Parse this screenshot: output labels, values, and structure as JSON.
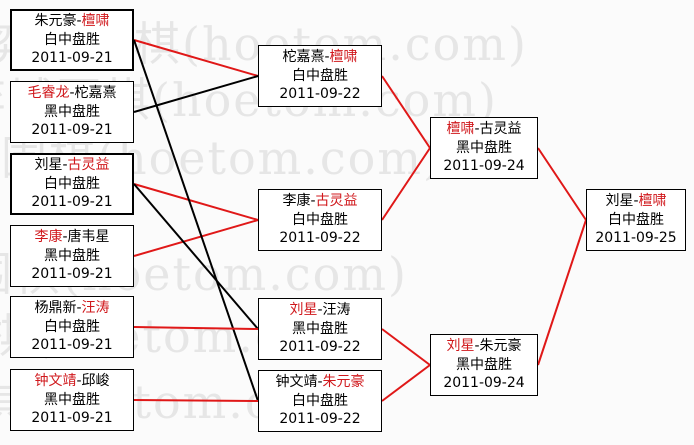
{
  "watermark": "弈城围棋(hoetom.com)",
  "colors": {
    "winner": "#d0181c",
    "line_red": "#e01818",
    "line_black": "#000000",
    "watermark": "#e6e6e6"
  },
  "rounds": [
    [
      {
        "id": "r1m1",
        "p1": "朱元豪",
        "p2": "檀啸",
        "winner": 2,
        "result": "白中盘胜",
        "date": "2011-09-21"
      },
      {
        "id": "r1m2",
        "p1": "毛睿龙",
        "p2": "柁嘉熹",
        "winner": 1,
        "result": "黑中盘胜",
        "date": "2011-09-21"
      },
      {
        "id": "r1m3",
        "p1": "刘星",
        "p2": "古灵益",
        "winner": 2,
        "result": "白中盘胜",
        "date": "2011-09-21"
      },
      {
        "id": "r1m4",
        "p1": "李康",
        "p2": "唐韦星",
        "winner": 1,
        "result": "黑中盘胜",
        "date": "2011-09-21"
      },
      {
        "id": "r1m5",
        "p1": "杨鼎新",
        "p2": "汪涛",
        "winner": 2,
        "result": "白中盘胜",
        "date": "2011-09-21"
      },
      {
        "id": "r1m6",
        "p1": "钟文靖",
        "p2": "邱峻",
        "winner": 1,
        "result": "黑中盘胜",
        "date": "2011-09-21"
      }
    ],
    [
      {
        "id": "r2m1",
        "p1": "柁嘉熹",
        "p2": "檀啸",
        "winner": 2,
        "result": "白中盘胜",
        "date": "2011-09-22"
      },
      {
        "id": "r2m2",
        "p1": "李康",
        "p2": "古灵益",
        "winner": 2,
        "result": "白中盘胜",
        "date": "2011-09-22"
      },
      {
        "id": "r2m3",
        "p1": "刘星",
        "p2": "汪涛",
        "winner": 1,
        "result": "黑中盘胜",
        "date": "2011-09-22"
      },
      {
        "id": "r2m4",
        "p1": "钟文靖",
        "p2": "朱元豪",
        "winner": 2,
        "result": "白中盘胜",
        "date": "2011-09-22"
      }
    ],
    [
      {
        "id": "r3m1",
        "p1": "檀啸",
        "p2": "古灵益",
        "winner": 1,
        "result": "黑中盘胜",
        "date": "2011-09-24"
      },
      {
        "id": "r3m2",
        "p1": "刘星",
        "p2": "朱元豪",
        "winner": 1,
        "result": "黑中盘胜",
        "date": "2011-09-24"
      }
    ],
    [
      {
        "id": "r4m1",
        "p1": "刘星",
        "p2": "檀啸",
        "winner": 2,
        "result": "白中盘胜",
        "date": "2011-09-25"
      }
    ]
  ],
  "connectors": [
    {
      "from": "r1m1",
      "to": "r2m1",
      "color": "red"
    },
    {
      "from": "r1m2",
      "to": "r2m1",
      "color": "black"
    },
    {
      "from": "r1m3",
      "to": "r2m2",
      "color": "red"
    },
    {
      "from": "r1m4",
      "to": "r2m2",
      "color": "red"
    },
    {
      "from": "r1m1",
      "to": "r2m4",
      "color": "black"
    },
    {
      "from": "r1m3",
      "to": "r2m3",
      "color": "black"
    },
    {
      "from": "r1m5",
      "to": "r2m3",
      "color": "red"
    },
    {
      "from": "r1m6",
      "to": "r2m4",
      "color": "red"
    },
    {
      "from": "r2m1",
      "to": "r3m1",
      "color": "red"
    },
    {
      "from": "r2m2",
      "to": "r3m1",
      "color": "red"
    },
    {
      "from": "r2m3",
      "to": "r3m2",
      "color": "red"
    },
    {
      "from": "r2m4",
      "to": "r3m2",
      "color": "red"
    },
    {
      "from": "r3m1",
      "to": "r4m1",
      "color": "red"
    },
    {
      "from": "r3m2",
      "to": "r4m1",
      "color": "red"
    }
  ]
}
